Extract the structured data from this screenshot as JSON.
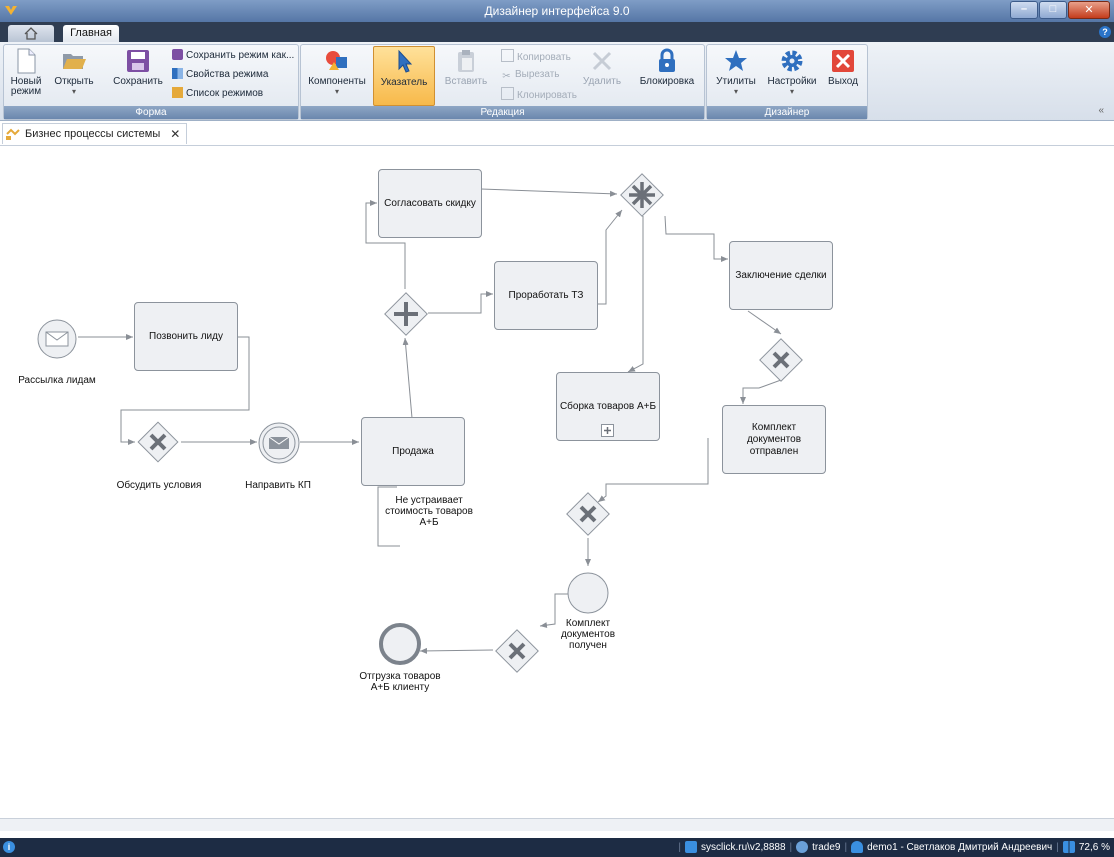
{
  "window": {
    "title": "Дизайнер интерфейса 9.0"
  },
  "tabs": {
    "main": "Главная"
  },
  "ribbon": {
    "forma": {
      "label": "Форма",
      "new": "Новый режим",
      "open": "Открыть",
      "save": "Сохранить",
      "save_as": "Сохранить режим как...",
      "props": "Свойства режима",
      "list": "Список режимов"
    },
    "redaktsiya": {
      "label": "Редакция",
      "components": "Компоненты",
      "pointer": "Указатель",
      "paste": "Вставить",
      "copy": "Копировать",
      "cut": "Вырезать",
      "clone": "Клонировать",
      "delete": "Удалить",
      "lock": "Блокировка"
    },
    "designer": {
      "label": "Дизайнер",
      "utils": "Утилиты",
      "settings": "Настройки",
      "exit": "Выход"
    }
  },
  "document_tab": {
    "label": "Бизнес процессы системы"
  },
  "diagram": {
    "tasks": {
      "call_lead": "Позвонить лиду",
      "sale": "Продажа",
      "discount": "Согласовать скидку",
      "spec": "Проработать ТЗ",
      "assembly": "Сборка товаров А+Б",
      "deal": "Заключение сделки",
      "docs_sent": "Комплект документов отправлен"
    },
    "labels": {
      "mailing": "Рассылка лидам",
      "discuss": "Обсудить условия",
      "send_kp": "Направить КП",
      "annotation": "Не устраивает стоимость товаров А+Б",
      "docs_received": "Комплект документов получен",
      "shipment": "Отгрузка товаров А+Б клиенту"
    }
  },
  "status": {
    "server": "sysclick.ru\\v2,8888",
    "db": "trade9",
    "user": "demo1 - Светлаков Дмитрий Андреевич",
    "zoom": "72,6 %"
  },
  "colors": {
    "accent": "#f7b94a",
    "titlebar": "#5576a6",
    "statusbar": "#1d2c44"
  }
}
